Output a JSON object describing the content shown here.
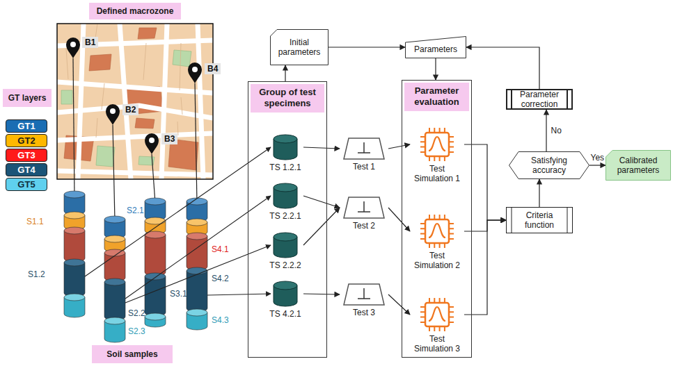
{
  "diagram": {
    "nodes": [
      {
        "text": [
          "Defined macrozone"
        ]
      },
      {
        "text": [
          "GT layers"
        ]
      },
      {
        "text": [
          "Initial parameters"
        ]
      },
      {
        "text": [
          "Parameters"
        ]
      },
      {
        "text": [
          "Group of test specimens"
        ]
      },
      {
        "text": [
          "TS 1.2.1"
        ],
        "in": 4
      },
      {
        "text": [
          "TS 2.2.1"
        ],
        "in": 4
      },
      {
        "text": [
          "TS 2.2.2"
        ],
        "in": 4
      },
      {
        "text": [
          "TS 4.2.1"
        ],
        "in": 4
      },
      {
        "text": [
          "Test 1"
        ]
      },
      {
        "text": [
          "Test 2"
        ]
      },
      {
        "text": [
          "Test 3"
        ]
      },
      {
        "text": [
          "Parameter evaluation"
        ]
      },
      {
        "text": [
          "Test Simulation 1"
        ],
        "in": 12
      },
      {
        "text": [
          "Test Simulation 2"
        ],
        "in": 12
      },
      {
        "text": [
          "Test Simulation 3"
        ],
        "in": 12
      },
      {
        "text": [
          "Parameter correction"
        ]
      },
      {
        "text": [
          "Satisfying accuracy"
        ]
      },
      {
        "text": [
          "Criteria function"
        ]
      },
      {
        "text": [
          "Calibrated parameters"
        ]
      },
      {
        "text": [
          "Soil samples"
        ]
      }
    ],
    "edges": [
      {
        "from": 4,
        "to": 2,
        "arrow": "to"
      },
      {
        "from": 2,
        "to": 3,
        "arrow": "to"
      },
      {
        "from": 3,
        "to": 12,
        "arrow": "to"
      },
      {
        "from": 16,
        "to": 3,
        "arrow": "to"
      },
      {
        "from": 5,
        "to": 9,
        "arrow": "to"
      },
      {
        "from": 6,
        "to": 10,
        "arrow": "to"
      },
      {
        "from": 7,
        "to": 10,
        "arrow": "to"
      },
      {
        "from": 8,
        "to": 11,
        "arrow": "to"
      },
      {
        "from": 9,
        "to": 13,
        "arrow": "to"
      },
      {
        "from": 10,
        "to": 14,
        "arrow": "to"
      },
      {
        "from": 11,
        "to": 15,
        "arrow": "to"
      },
      {
        "from": 13,
        "to": 18,
        "arrow": "to"
      },
      {
        "from": 14,
        "to": 18,
        "arrow": "to"
      },
      {
        "from": 15,
        "to": 18,
        "arrow": "to"
      },
      {
        "from": 18,
        "to": 17,
        "arrow": "to"
      },
      {
        "from": 17,
        "to": 16,
        "label": "No",
        "arrow": "to"
      },
      {
        "from": 17,
        "to": 19,
        "label": "Yes",
        "arrow": "to"
      }
    ],
    "labels": [
      "B1",
      "B2",
      "B3",
      "B4",
      "S1.1",
      "S1.2",
      "S2.1",
      "S2.2",
      "S2.3",
      "S3.1",
      "S4.1",
      "S4.2",
      "S4.3"
    ],
    "legend": [
      {
        "text": "GT1",
        "color": "#1a6db3"
      },
      {
        "text": "GT2",
        "color": "#ffb800"
      },
      {
        "text": "GT3",
        "color": "#ff1a1a"
      },
      {
        "text": "GT4",
        "color": "#1b5477"
      },
      {
        "text": "GT5",
        "color": "#5fd0ee"
      }
    ]
  }
}
